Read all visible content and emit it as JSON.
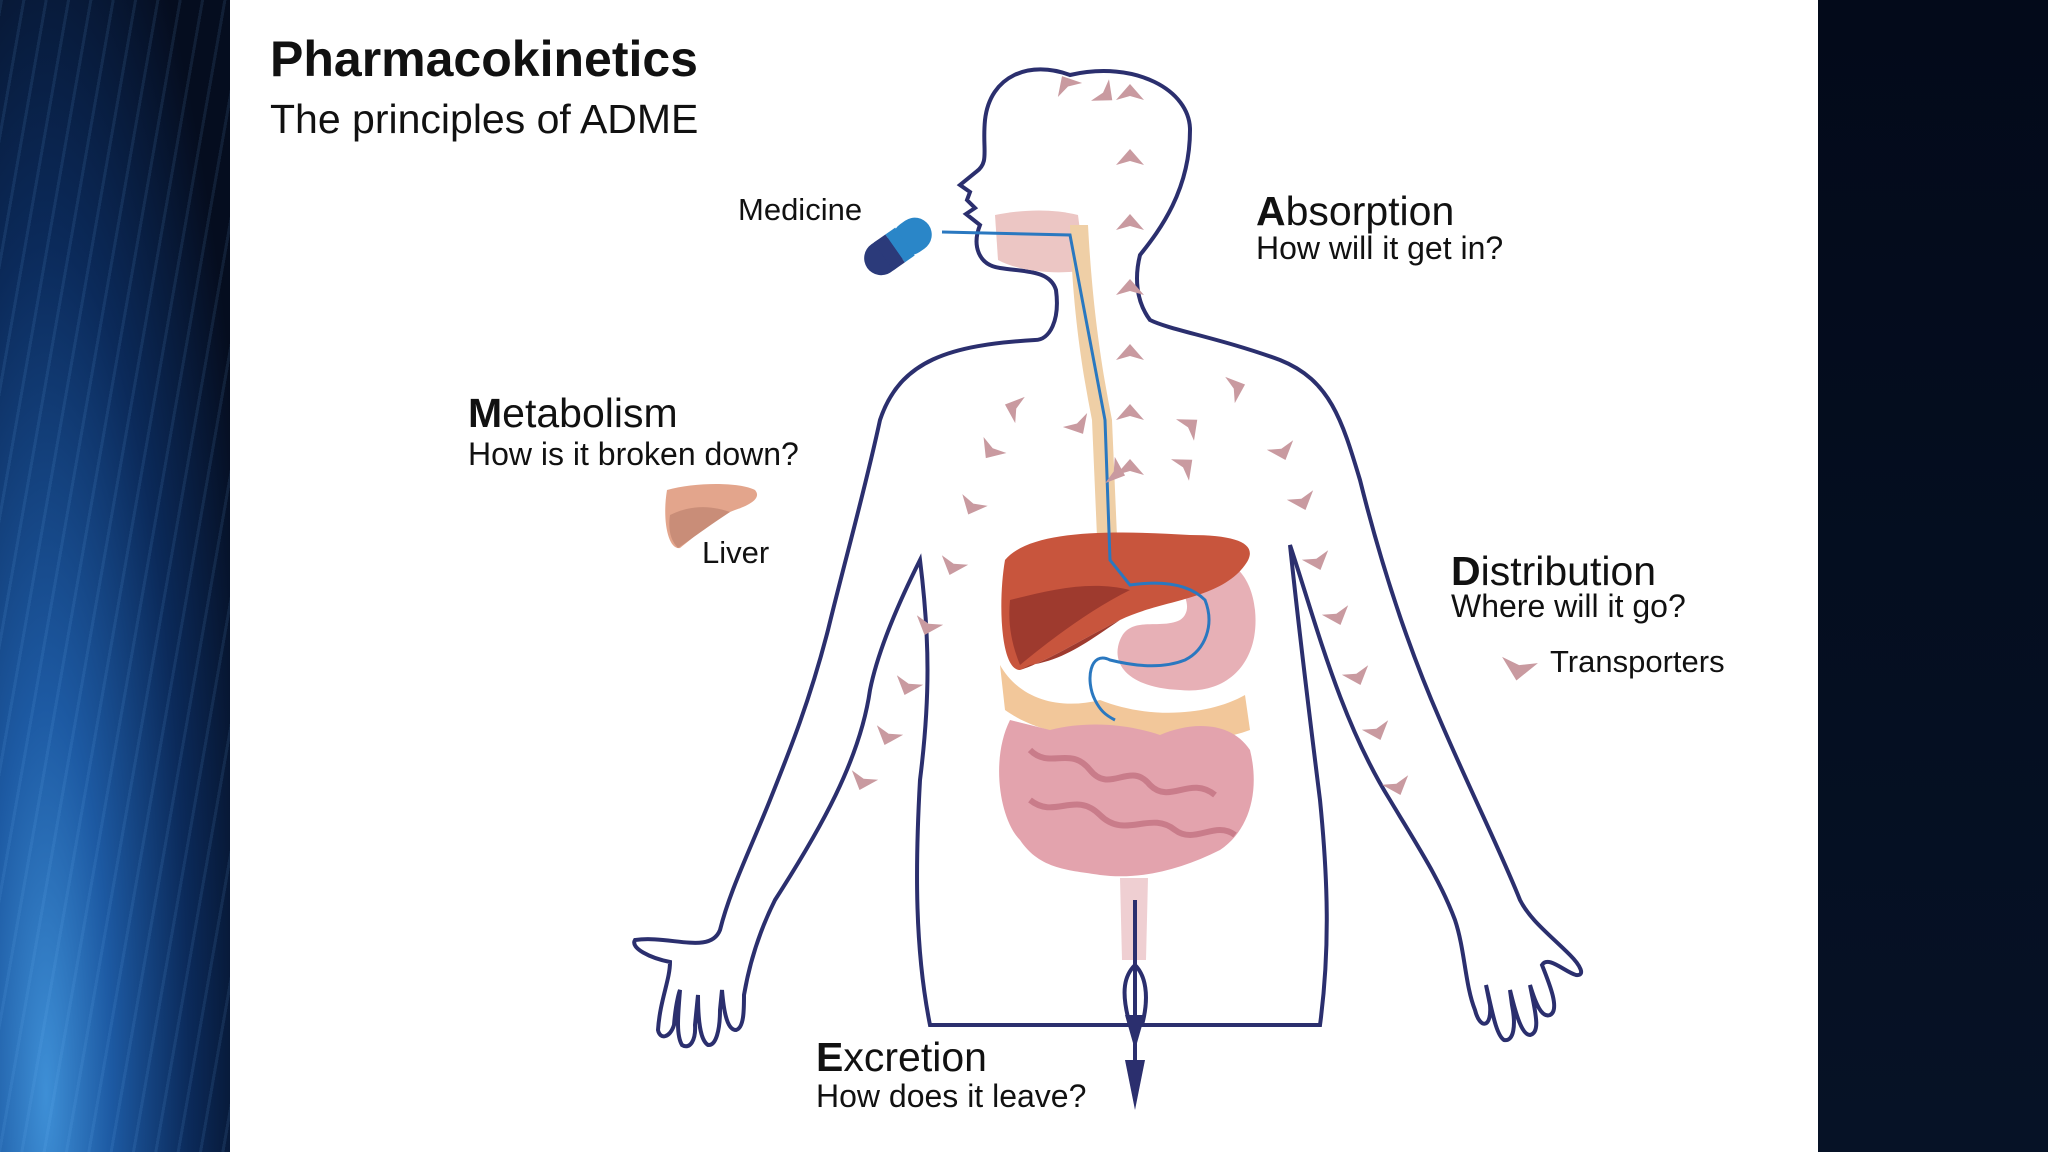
{
  "header": {
    "title": "Pharmacokinetics",
    "subtitle": "The principles of ADME"
  },
  "labels": {
    "medicine": "Medicine",
    "liver": "Liver",
    "transporters": "Transporters"
  },
  "stages": {
    "absorption": {
      "first_letter": "A",
      "rest": "bsorption",
      "question": "How will it get in?"
    },
    "metabolism": {
      "first_letter": "M",
      "rest": "etabolism",
      "question": "How is it broken down?"
    },
    "distribution": {
      "first_letter": "D",
      "rest": "istribution",
      "question": "Where will it go?"
    },
    "excretion": {
      "first_letter": "E",
      "rest": "xcretion",
      "question": "How does it leave?"
    }
  },
  "colors": {
    "outline": "#2b2f6e",
    "arrow": "#c99aa0",
    "liver": "#c8553d",
    "intestine": "#e0a0ab",
    "fat": "#f2c79a",
    "pathway": "#2a78c0"
  },
  "icons": [
    "medicine-capsule-icon",
    "liver-icon",
    "transporter-arrow-icon"
  ]
}
